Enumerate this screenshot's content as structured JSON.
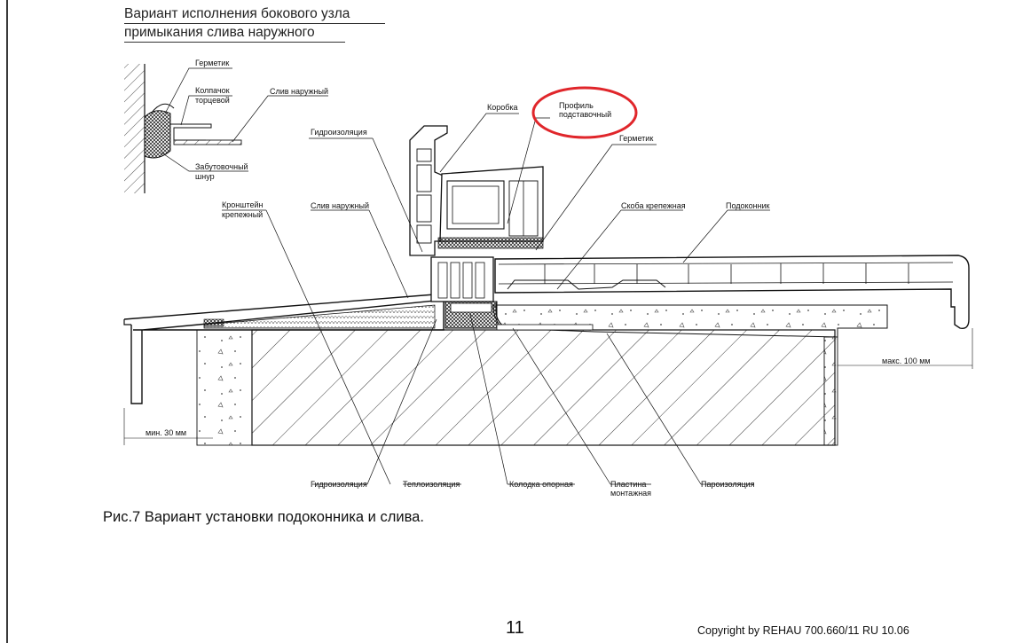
{
  "title": {
    "line1": "Вариант исполнения бокового узла",
    "line2": "примыкания слива наружного"
  },
  "inset_labels": {
    "sealant": "Герметик",
    "end_cap_1": "Колпачок",
    "end_cap_2": "торцевой",
    "outer_drip": "Слив наружный",
    "filler_cord_1": "Забутовочный",
    "filler_cord_2": "шнур"
  },
  "labels": {
    "frame": "Коробка",
    "base_profile_1": "Профиль",
    "base_profile_2": "подставочный",
    "sealant": "Герметик",
    "waterproofing_top": "Гидроизоляция",
    "bracket_1": "Кронштейн",
    "bracket_2": "крепежный",
    "outer_drip": "Слив наружный",
    "fixing_clip": "Скоба крепежная",
    "sill": "Подоконник",
    "max_overhang": "макс. 100 мм",
    "min_overhang": "мин. 30 мм",
    "waterproofing_bottom": "Гидроизоляция",
    "insulation": "Теплоизоляция",
    "support_block": "Колодка опорная",
    "mount_plate_1": "Пластина",
    "mount_plate_2": "монтажная",
    "vapor_barrier": "Пароизоляция"
  },
  "highlight_color": "#e0262b",
  "caption": "Рис.7 Вариант установки подоконника и слива.",
  "page_number": "11",
  "copyright": "Copyright by REHAU 700.660/11 RU  10.06"
}
